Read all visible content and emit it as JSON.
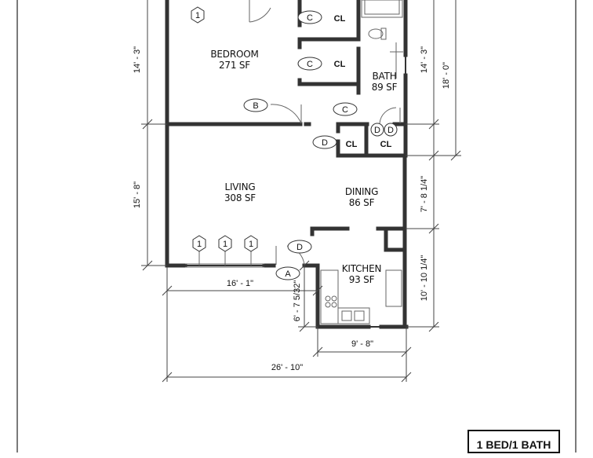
{
  "plan": {
    "title": "1 BED/1 BATH",
    "rooms": {
      "bedroom": {
        "name": "BEDROOM",
        "area": "271 SF"
      },
      "bath": {
        "name": "BATH",
        "area": "89 SF"
      },
      "living": {
        "name": "LIVING",
        "area": "308 SF"
      },
      "dining": {
        "name": "DINING",
        "area": "86 SF"
      },
      "kitchen": {
        "name": "KITCHEN",
        "area": "93 SF"
      }
    },
    "closet_label": "CL",
    "door_tags": {
      "a": "A",
      "b": "B",
      "c": "C",
      "d": "D"
    },
    "window_tag": "1",
    "dimensions": {
      "d1": "14' - 3\"",
      "d2": "15' - 8\"",
      "d3": "14' - 3\"",
      "d4": "18' - 0\"",
      "d5": "7' - 8 1/4\"",
      "d6": "10' - 10 1/4\"",
      "d7": "16' - 1\"",
      "d8": "6' - 7 5/32\"",
      "d9": "9' - 8\"",
      "d10": "26' - 10\""
    }
  }
}
